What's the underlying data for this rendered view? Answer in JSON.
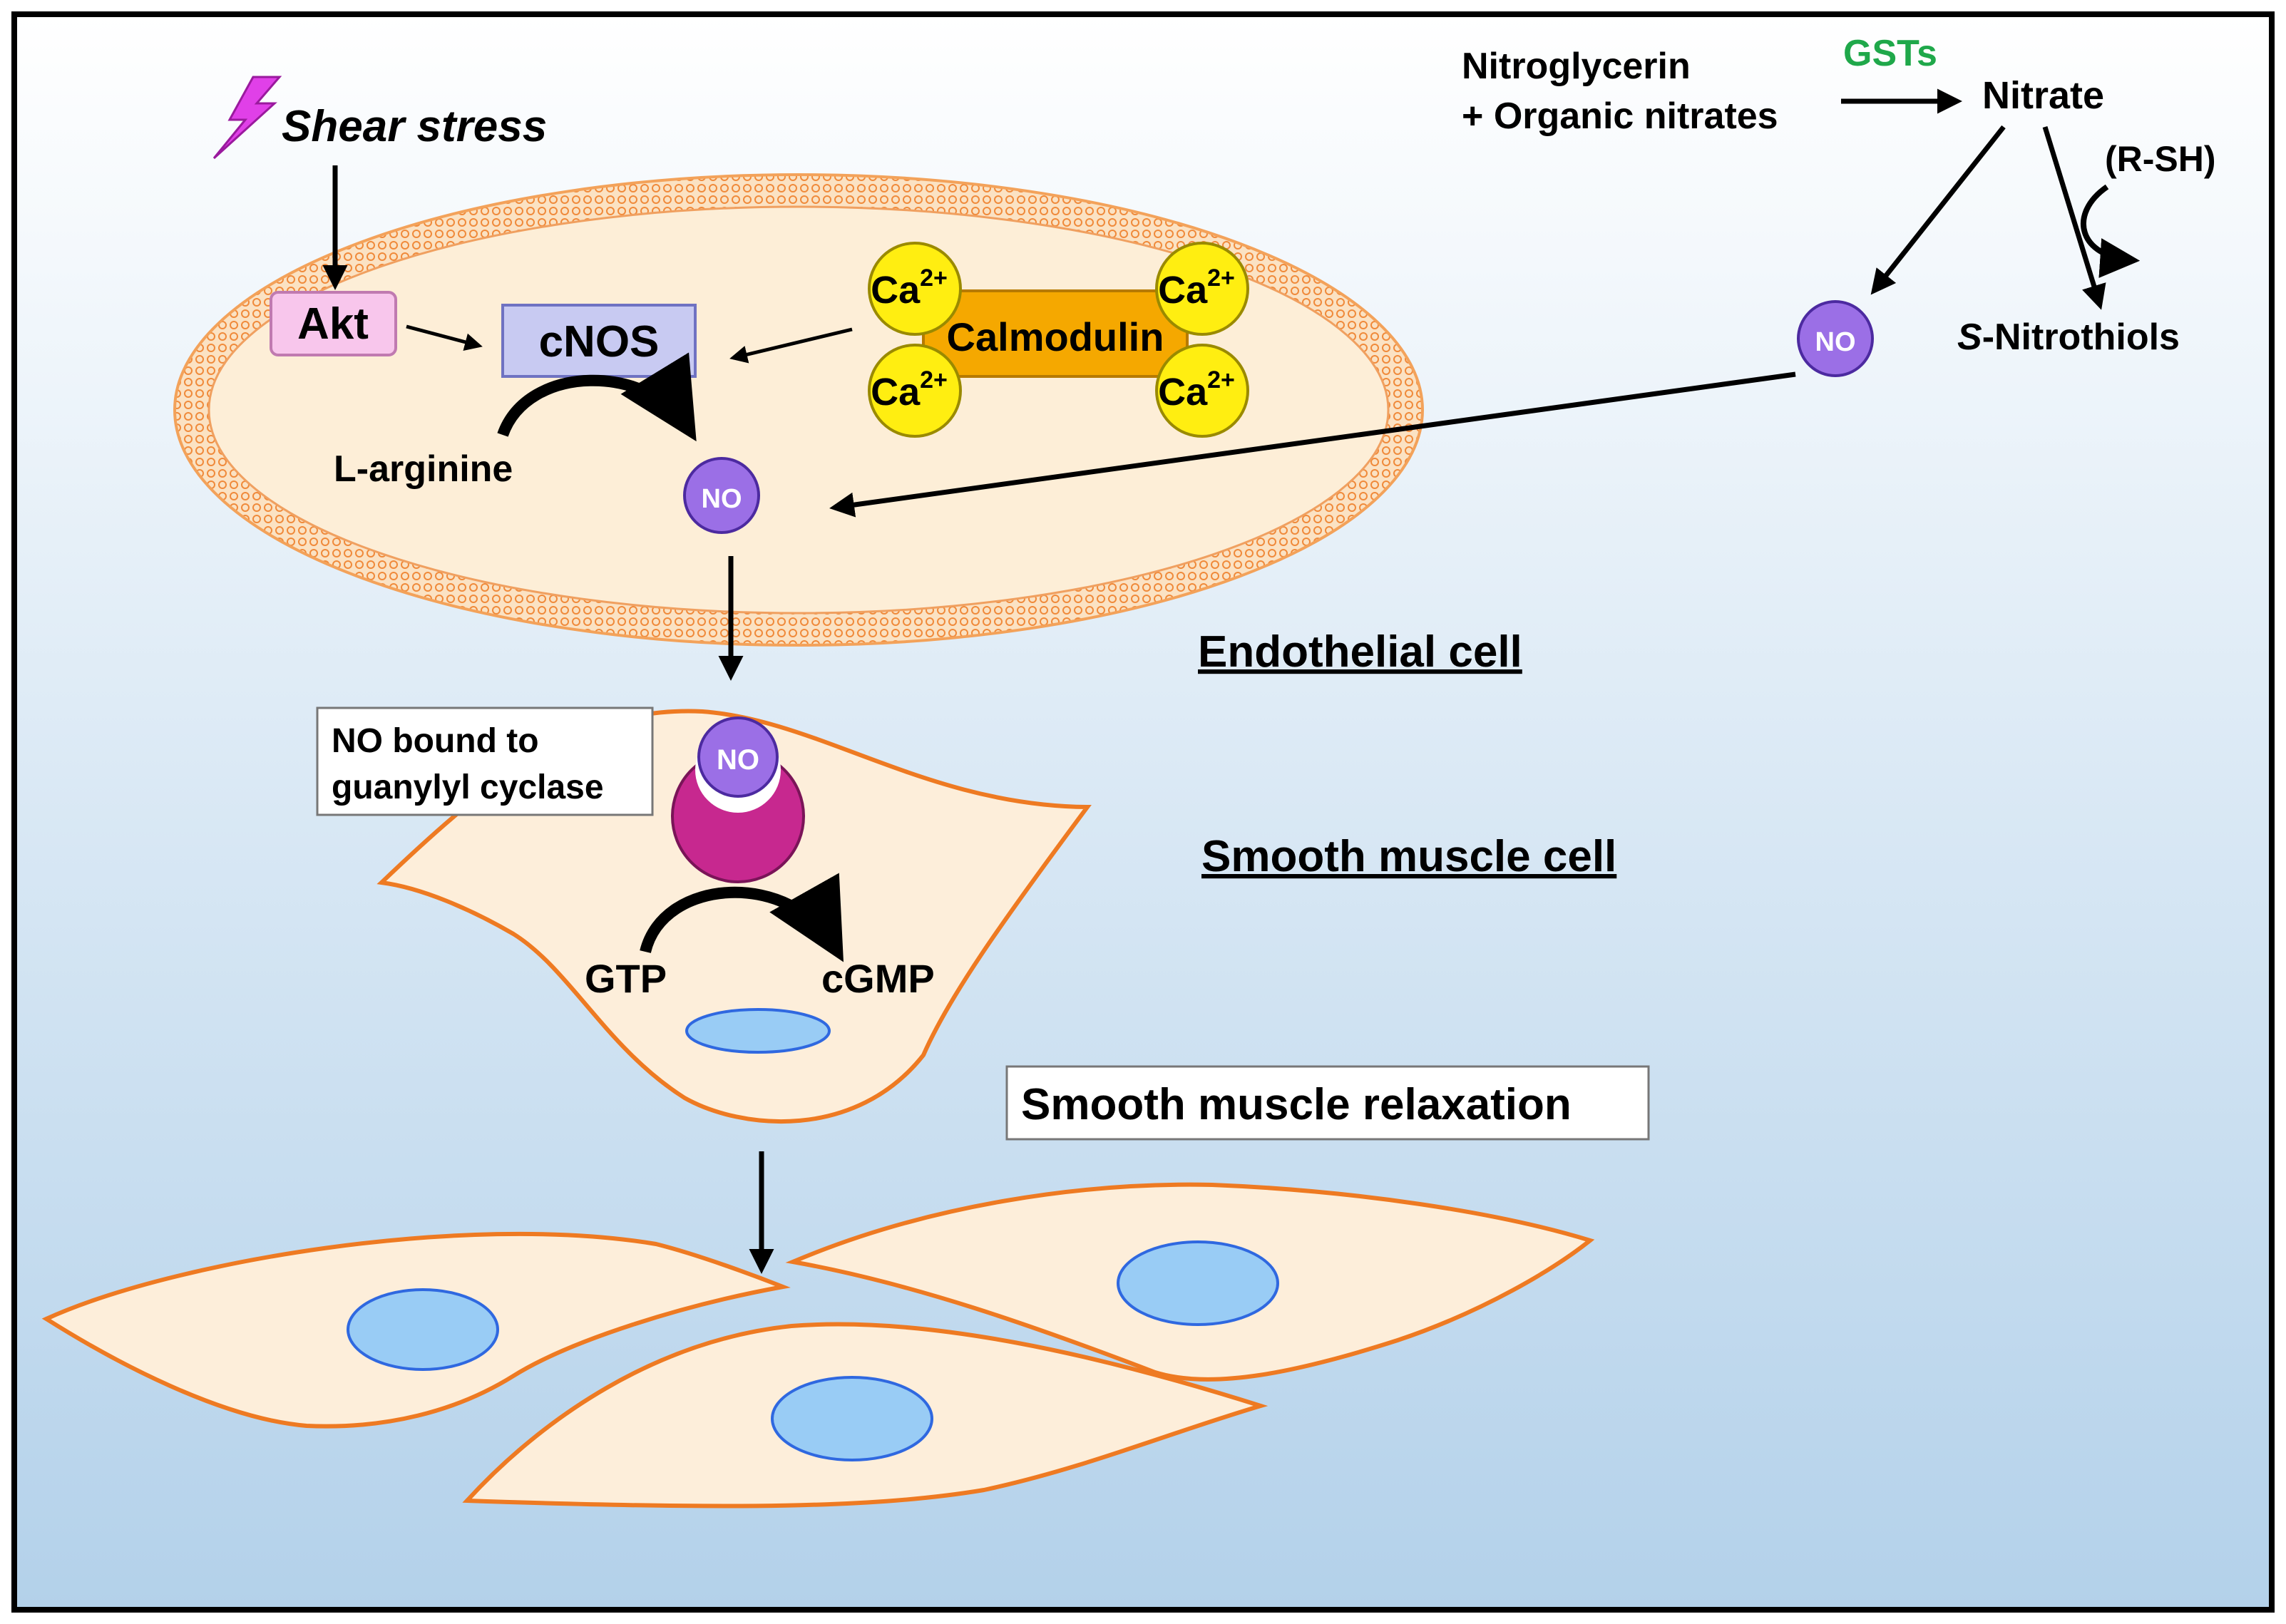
{
  "stimulus": {
    "label": "Shear stress"
  },
  "akt": {
    "label": "Akt"
  },
  "cnos": {
    "label": "cNOS"
  },
  "calmodulin": {
    "label": "Calmodulin"
  },
  "calcium": {
    "base": "Ca",
    "superscript": "2+"
  },
  "l_arginine": {
    "label": "L-arginine"
  },
  "no": {
    "label": "NO"
  },
  "nitrate_pathway": {
    "source_line1": "Nitroglycerin",
    "source_line2": "+ Organic nitrates",
    "enzyme": "GSTs",
    "product": "Nitrate",
    "thiol": "(R-SH)",
    "nitrothiols_prefix": "S",
    "nitrothiols_rest": "-Nitrothiols"
  },
  "endothelial_cell": {
    "label": "Endothelial cell"
  },
  "smooth_muscle_cell": {
    "label": "Smooth muscle cell"
  },
  "guanylyl_box": {
    "line1": "NO bound to",
    "line2": "guanylyl cyclase"
  },
  "gtp": {
    "label": "GTP"
  },
  "cgmp": {
    "label": "cGMP"
  },
  "relaxation": {
    "label": "Smooth muscle relaxation"
  },
  "colors": {
    "background_top": "#ffffff",
    "background_bottom": "#b3d1ea",
    "membrane": "#f4a460",
    "cell_fill": "#fdeeda",
    "cell_outline": "#ee7a22",
    "nucleus_fill": "#99ccf5",
    "nucleus_outline": "#2f68e0",
    "no_fill": "#9b6fe6",
    "guanylyl_fill": "#c7288f",
    "calcium_fill": "#ffee11",
    "calmodulin_fill": "#f5a800",
    "akt_fill": "#f8c6ec",
    "cnos_fill": "#c8caf2",
    "enzyme_text": "#1fa84a",
    "lightning": "#e040e8"
  }
}
